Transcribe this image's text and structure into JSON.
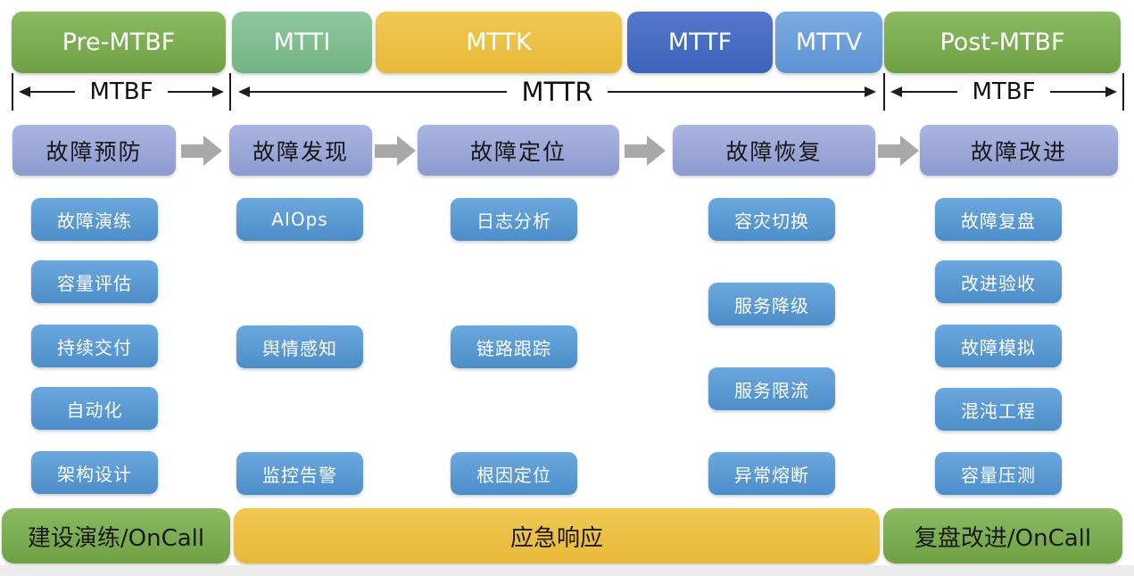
{
  "phases": [
    {
      "label": "Pre-MTBF"
    },
    {
      "label": "MTTI"
    },
    {
      "label": "MTTK"
    },
    {
      "label": "MTTF"
    },
    {
      "label": "MTTV"
    },
    {
      "label": "Post-MTBF"
    }
  ],
  "spans": {
    "left": "MTBF",
    "middle": "MTTR",
    "right": "MTBF"
  },
  "stages": [
    {
      "label": "故障预防",
      "items": [
        "故障演练",
        "容量评估",
        "持续交付",
        "自动化",
        "架构设计"
      ]
    },
    {
      "label": "故障发现",
      "items": [
        "AIOps",
        "舆情感知",
        "监控告警"
      ]
    },
    {
      "label": "故障定位",
      "items": [
        "日志分析",
        "链路跟踪",
        "根因定位"
      ]
    },
    {
      "label": "故障恢复",
      "items": [
        "容灾切换",
        "服务降级",
        "服务限流",
        "异常熔断"
      ]
    },
    {
      "label": "故障改进",
      "items": [
        "故障复盘",
        "改进验收",
        "故障模拟",
        "混沌工程",
        "容量压测"
      ]
    }
  ],
  "footer": {
    "left": "建设演练/OnCall",
    "middle": "应急响应",
    "right": "复盘改进/OnCall"
  },
  "colors": {
    "green": "#79a74b",
    "light_green": "#82c091",
    "yellow": "#ecc245",
    "dark_blue": "#4470c8",
    "light_blue": "#6ba1dc",
    "stage_lavender": "#9aa7d8",
    "practice_blue": "#5b9bd5",
    "flow_arrow_gray": "#a9a9a9",
    "line_black": "#1c1c1c"
  }
}
